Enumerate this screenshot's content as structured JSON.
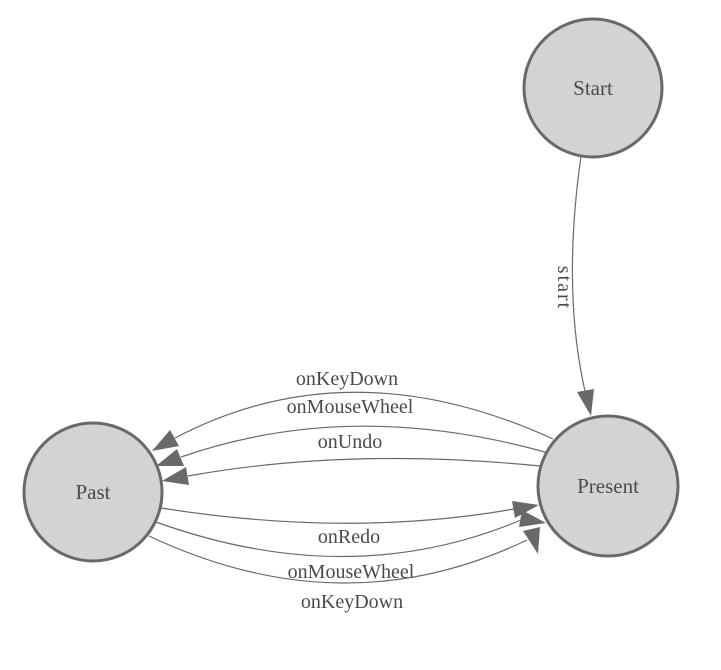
{
  "diagram": {
    "colors": {
      "background": "#ffffff",
      "node_fill": "#d3d3d3",
      "node_stroke": "#696969",
      "edge_stroke": "#696969",
      "arrow_fill": "#696969",
      "text": "#4a4a4a"
    },
    "nodes": [
      {
        "id": "start",
        "label": "Start"
      },
      {
        "id": "past",
        "label": "Past"
      },
      {
        "id": "present",
        "label": "Present"
      }
    ],
    "edges": [
      {
        "from": "Start",
        "to": "Present",
        "label": "start"
      },
      {
        "from": "Present",
        "to": "Past",
        "label": "onKeyDown"
      },
      {
        "from": "Present",
        "to": "Past",
        "label": "onMouseWheel"
      },
      {
        "from": "Present",
        "to": "Past",
        "label": "onUndo"
      },
      {
        "from": "Past",
        "to": "Present",
        "label": "onRedo"
      },
      {
        "from": "Past",
        "to": "Present",
        "label": "onMouseWheel"
      },
      {
        "from": "Past",
        "to": "Present",
        "label": "onKeyDown"
      }
    ]
  }
}
